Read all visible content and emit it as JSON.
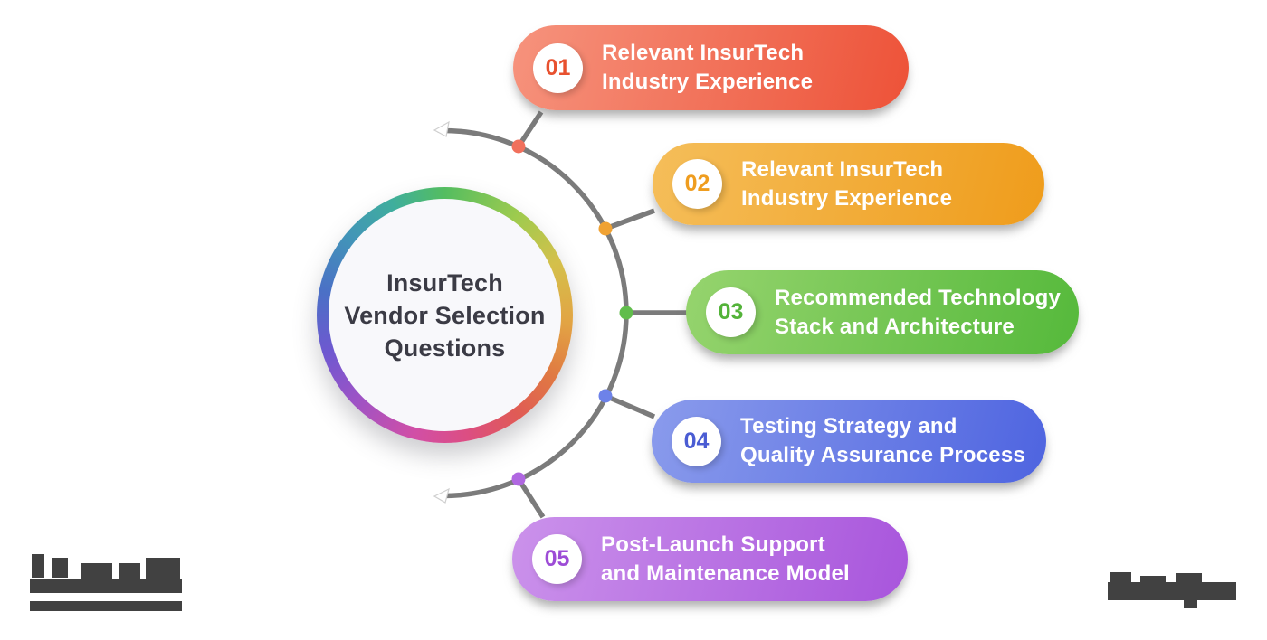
{
  "center": {
    "lines": [
      "InsurTech",
      "Vendor Selection",
      "Questions"
    ],
    "text_color": "#3B3B45",
    "fill": "#F8F8FB",
    "ring_gradient": "#54BD60 0%, #9ECB4E 10%, #D4C04B 18%, #E2A444 26%, #E07A42 33%, #E05B55 40%, #DC4E82 47%, #D14FA6 54%, #9C53C6 63%, #6F58D0 70%, #4B70C6 78%, #4295B8 86%, #3FAE9D 93%, #54BD60 100%"
  },
  "items": [
    {
      "number": "01",
      "lines": [
        "Relevant InsurTech",
        "Industry Experience"
      ],
      "gradient_from": "#F6937D",
      "gradient_to": "#ED5238",
      "number_color": "#E8512F",
      "dot_color": "#F1705C"
    },
    {
      "number": "02",
      "lines": [
        "Relevant InsurTech",
        "Industry Experience"
      ],
      "gradient_from": "#F5BE5A",
      "gradient_to": "#EF9C1B",
      "number_color": "#EF9D1F",
      "dot_color": "#F0A233"
    },
    {
      "number": "03",
      "lines": [
        "Recommended Technology",
        "Stack and Architecture"
      ],
      "gradient_from": "#96D46E",
      "gradient_to": "#55B93B",
      "number_color": "#53B339",
      "dot_color": "#61BD4C"
    },
    {
      "number": "04",
      "lines": [
        "Testing Strategy and",
        "Quality Assurance Process"
      ],
      "gradient_from": "#8A9BEC",
      "gradient_to": "#4E64E0",
      "number_color": "#4A5CD3",
      "dot_color": "#6D82E9"
    },
    {
      "number": "05",
      "lines": [
        "Post-Launch Support",
        "and Maintenance Model"
      ],
      "gradient_from": "#CB92EB",
      "gradient_to": "#A855DC",
      "number_color": "#9D4CD6",
      "dot_color": "#B067E1"
    }
  ],
  "connector": {
    "line_color": "#7B7B7B",
    "arrow_fill": "#FFFFFF",
    "arrow_stroke": "#CFCFCF"
  },
  "watermark_color": "#414141"
}
